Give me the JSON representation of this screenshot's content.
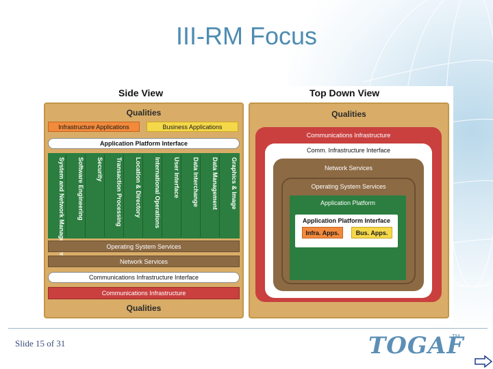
{
  "slide": {
    "title": "III-RM Focus",
    "number_text": "Slide 15  of 31",
    "logo": "TOGAF",
    "logo_tm": "TM"
  },
  "side_view": {
    "title": "Side View",
    "qualities_top": "Qualities",
    "qualities_bottom": "Qualities",
    "infra_apps": "Infrastructure Applications",
    "business_apps": "Business Applications",
    "api": "Application Platform Interface",
    "columns": [
      "System and Network Management",
      "Software Engineering",
      "Security",
      "Transaction Processing",
      "Location & Directory",
      "International Operations",
      "User Interface",
      "Data Interchange",
      "Data Management",
      "Graphics & Image"
    ],
    "os_services": "Operating System Services",
    "network_services": "Network Services",
    "comm_infra_interface": "Communications Infrastructure Interface",
    "comm_infra": "Communications Infrastructure"
  },
  "top_view": {
    "title": "Top Down View",
    "qualities": "Qualities",
    "comm_infra": "Communications Infrastructure",
    "comm_infra_interface": "Comm. Infrastructure Interface",
    "network_services": "Network Services",
    "os_services": "Operating System Services",
    "app_platform": "Application Platform",
    "api": "Application Platform Interface",
    "infra_apps": "Infra. Apps.",
    "bus_apps": "Bus. Apps."
  },
  "colors": {
    "qualities": "#d9ad68",
    "green": "#2b7e3f",
    "brown": "#8c6a44",
    "red": "#c9403f",
    "orange": "#f28a3c",
    "yellow": "#f5d84a",
    "title_blue": "#4e8cb0"
  },
  "icons": {
    "next": "right-arrow-icon"
  }
}
